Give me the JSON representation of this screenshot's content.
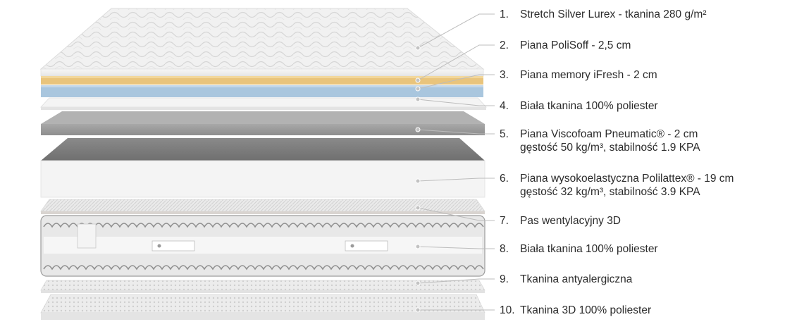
{
  "layers": [
    {
      "number": "1.",
      "text": "Stretch Silver Lurex - tkanina 280 g/m²",
      "subtext": ""
    },
    {
      "number": "2.",
      "text": "Piana PoliSoff - 2,5 cm",
      "subtext": ""
    },
    {
      "number": "3.",
      "text": "Piana memory iFresh - 2 cm",
      "subtext": ""
    },
    {
      "number": "4.",
      "text": "Biała tkanina 100% poliester",
      "subtext": ""
    },
    {
      "number": "5.",
      "text": "Piana Viscofoam Pneumatic® - 2 cm",
      "subtext": "gęstość 50 kg/m³, stabilność 1.9 KPA"
    },
    {
      "number": "6.",
      "text": "Piana wysokoelastyczna Polilattex® - 19 cm",
      "subtext": "gęstość 32 kg/m³, stabilność 3.9 KPA"
    },
    {
      "number": "7.",
      "text": "Pas wentylacyjny 3D",
      "subtext": ""
    },
    {
      "number": "8.",
      "text": "Biała tkanina 100% poliester",
      "subtext": ""
    },
    {
      "number": "9.",
      "text": "Tkanina antyalergiczna",
      "subtext": ""
    },
    {
      "number": "10.",
      "text": "Tkanina 3D 100% poliester",
      "subtext": ""
    }
  ],
  "colors": {
    "text": "#2b2b2b",
    "leader_line": "#bcbcbc",
    "quilted_top": "#eeeeee",
    "polisoff_foam": "#e9c47c",
    "memory_foam": "#a9c6de",
    "white_fabric": "#f4f4f4",
    "viscofoam": "#9a9a9a",
    "polilattex": "#7c7c7c",
    "core_border": "#9c9c9c"
  }
}
